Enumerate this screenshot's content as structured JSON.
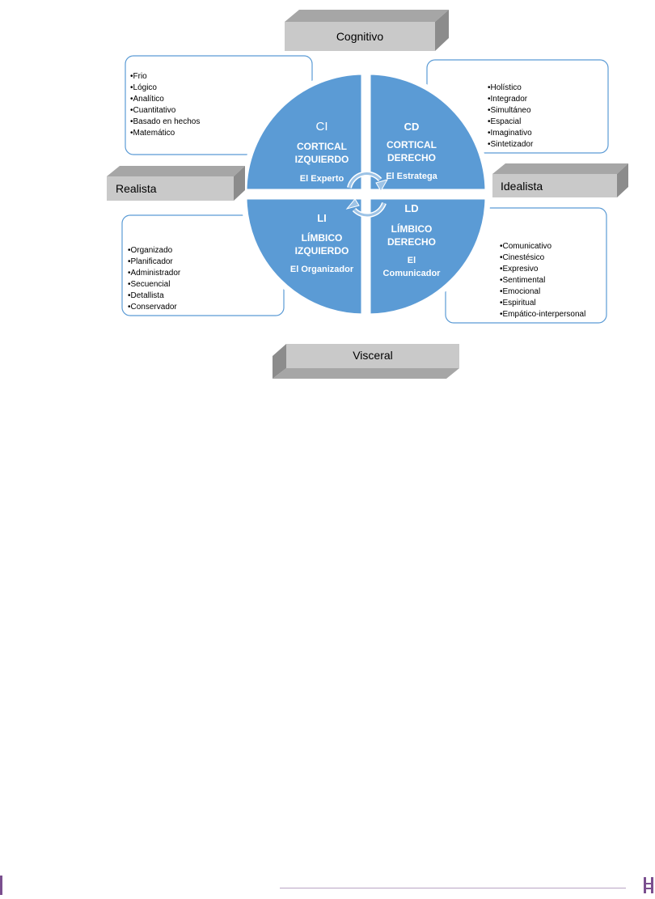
{
  "axes": {
    "top": "Cognitivo",
    "bottom": "Visceral",
    "left": "Realista",
    "right": "Idealista"
  },
  "quadrants": {
    "ci": {
      "code": "CI",
      "line1": "CORTICAL",
      "line2": "IZQUIERDO",
      "role": "El Experto"
    },
    "cd": {
      "code": "CD",
      "line1": "CORTICAL",
      "line2": "DERECHO",
      "role": "El Estratega"
    },
    "li": {
      "code": "LI",
      "line1": "LÍMBICO",
      "line2": "IZQUIERDO",
      "role": "El Organizador"
    },
    "ld": {
      "code": "LD",
      "line1": "LÍMBICO",
      "line2": "DERECHO",
      "role1": "El",
      "role2": "Comunicador"
    }
  },
  "lists": {
    "top_left": [
      "Frio",
      "Lógico",
      "Analítico",
      "Cuantitativo",
      "Basado en hechos",
      "Matemático"
    ],
    "top_right": [
      "Holístico",
      "Integrador",
      "Simultáneo",
      "Espacial",
      "Imaginativo",
      "Sintetizador"
    ],
    "bottom_left": [
      "Organizado",
      "Planificador",
      "Administrador",
      "Secuencial",
      "Detallista",
      "Conservador"
    ],
    "bottom_right": [
      "Comunicativo",
      "Cinestésico",
      "Expresivo",
      "Sentimental",
      "Emocional",
      "Espiritual",
      "Empático-interpersonal"
    ]
  },
  "colors": {
    "quadrant": "#5b9bd5",
    "box_border": "#5b9bd5",
    "banner_face": "#c9c9c9",
    "banner_top": "#a6a6a6",
    "banner_side": "#8c8c8c",
    "footer": "#7a4f8f"
  }
}
